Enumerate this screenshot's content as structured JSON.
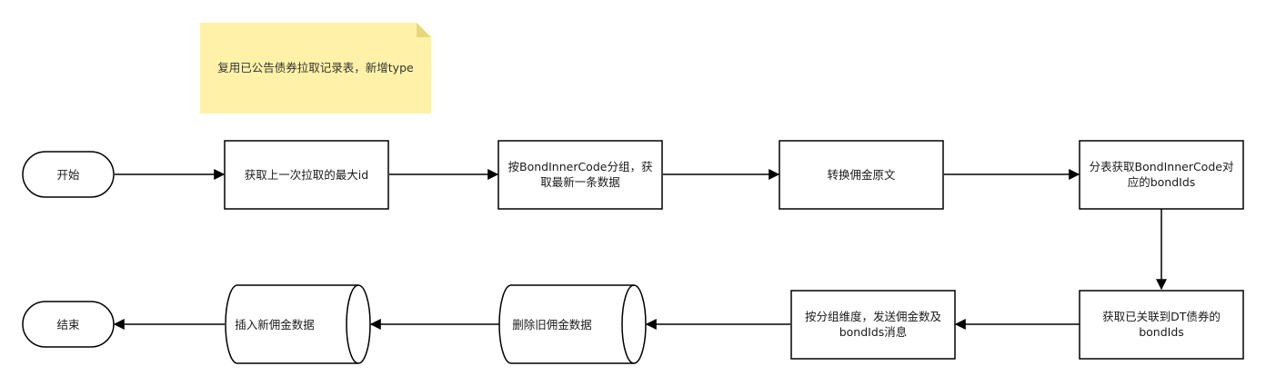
{
  "colors": {
    "note_fill": "#fff2a8",
    "note_fold": "#e8d77a",
    "stroke": "#000000",
    "text": "#1a1a1a"
  },
  "note": {
    "text": "复用已公告债券拉取记录表，新增type"
  },
  "nodes": {
    "start": {
      "label": "开始"
    },
    "get_max_id": {
      "label": "获取上一次拉取的最大id"
    },
    "group_by_code": {
      "lines": [
        "按BondInnerCode分组，获",
        "取最新一条数据"
      ]
    },
    "convert_text": {
      "label": "转换佣金原文"
    },
    "get_bond_ids": {
      "lines": [
        "分表获取BondInnerCode对",
        "应的bondIds"
      ]
    },
    "get_linked_dt": {
      "lines": [
        "获取已关联到DT债券的",
        "bondIds"
      ]
    },
    "send_msg": {
      "lines": [
        "按分组维度，发送佣金数及",
        "bondIds消息"
      ]
    },
    "delete_old": {
      "label": "删除旧佣金数据"
    },
    "insert_new": {
      "label": "插入新佣金数据"
    },
    "end": {
      "label": "结束"
    }
  }
}
